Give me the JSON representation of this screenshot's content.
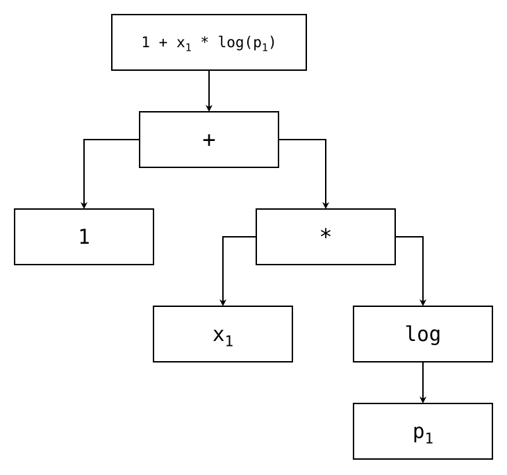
{
  "diagram": {
    "root": {
      "pre": "1 + x",
      "s1": "1",
      "mid": " * log(p",
      "s2": "1",
      "post": ")"
    },
    "plus": "+",
    "one": "1",
    "times": "*",
    "x": {
      "base": "x",
      "sub": "1"
    },
    "log": "log",
    "p": {
      "base": "p",
      "sub": "1"
    }
  },
  "colors": {
    "stroke": "#000000",
    "background": "#ffffff"
  }
}
